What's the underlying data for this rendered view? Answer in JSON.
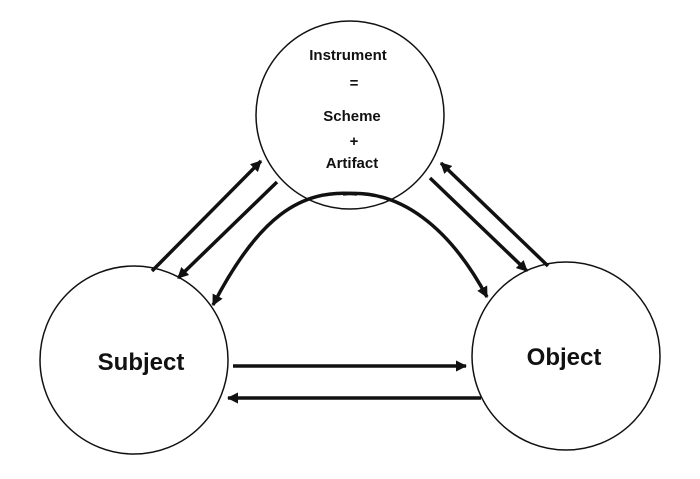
{
  "nodes": {
    "instrument": {
      "lines": [
        "Instrument",
        "=",
        "Scheme",
        "+",
        "Artifact"
      ]
    },
    "subject": {
      "label": "Subject"
    },
    "object": {
      "label": "Object"
    }
  },
  "colors": {
    "stroke": "#111111",
    "background": "#ffffff"
  }
}
